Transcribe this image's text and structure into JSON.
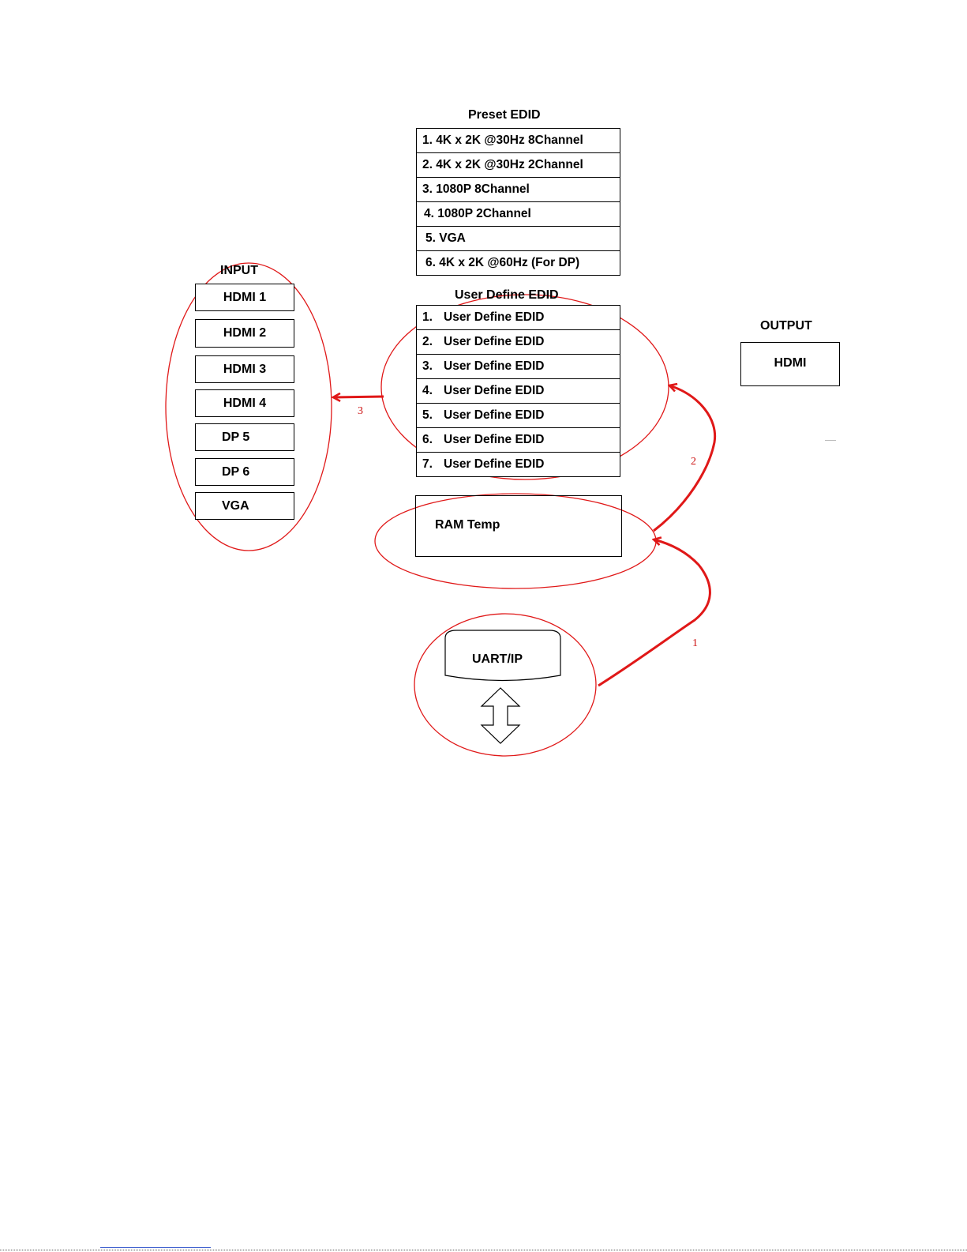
{
  "preset": {
    "title": "Preset EDID",
    "items": [
      "1. 4K x 2K @30Hz 8Channel",
      "2. 4K x 2K @30Hz 2Channel",
      "3. 1080P 8Channel",
      "4. 1080P 2Channel",
      "5. VGA",
      "6. 4K x 2K @60Hz (For DP)"
    ]
  },
  "user_define": {
    "title": "User Define EDID",
    "items": [
      {
        "num": "1.",
        "label": "User Define EDID"
      },
      {
        "num": "2.",
        "label": "User Define EDID"
      },
      {
        "num": "3.",
        "label": "User Define EDID"
      },
      {
        "num": "4.",
        "label": "User Define EDID"
      },
      {
        "num": "5.",
        "label": "User Define EDID"
      },
      {
        "num": "6.",
        "label": "User Define EDID"
      },
      {
        "num": "7.",
        "label": "User Define EDID"
      }
    ]
  },
  "input": {
    "title": "INPUT",
    "items": [
      "HDMI 1",
      "HDMI 2",
      "HDMI 3",
      "HDMI 4",
      "DP 5",
      "DP 6",
      "VGA"
    ]
  },
  "output": {
    "title": "OUTPUT",
    "item": "HDMI"
  },
  "ram": {
    "label": "RAM Temp"
  },
  "uart": {
    "label": "UART/IP"
  },
  "steps": [
    "1",
    "2",
    "3"
  ],
  "colors": {
    "accent": "#e01818",
    "line": "#000000"
  }
}
